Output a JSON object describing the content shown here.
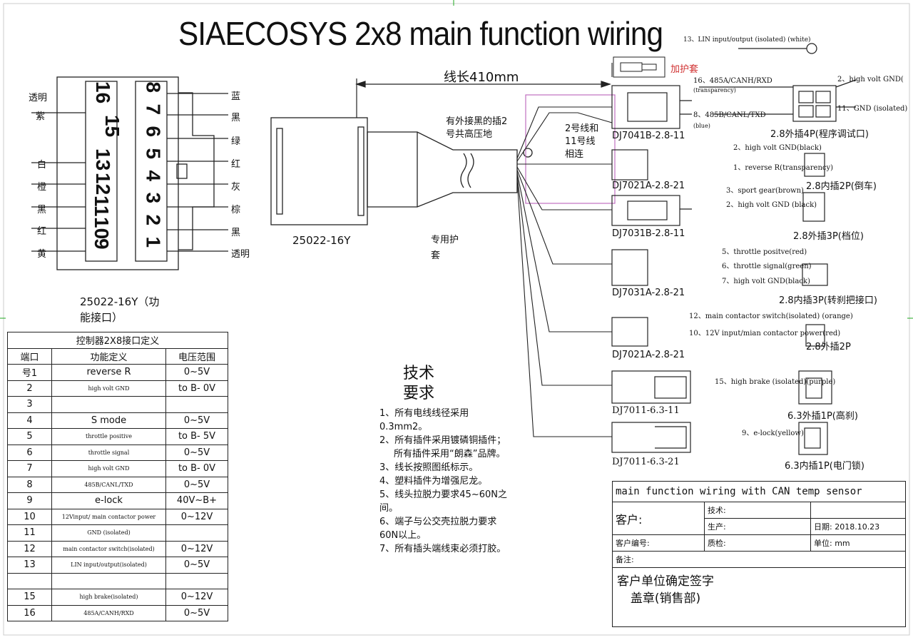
{
  "title": "SIAECOSYS 2x8 main function  wiring",
  "wire_length": "线长410mm",
  "protect_sleeve": "加护套",
  "connector_main": "25022-16Y",
  "connector_main_func": "25022-16Y（功能接口）",
  "special_sleeve": "专用护套",
  "black_note": "有外接黑的插2号共高压地",
  "wire_note": "2号线和11号线相连",
  "left_pin_colors": [
    "透明",
    "紫",
    "白",
    "橙",
    "黑",
    "红",
    "黄"
  ],
  "right_pin_colors": [
    "蓝",
    "黑",
    "绿",
    "红",
    "灰",
    "棕",
    "黑",
    "透明"
  ],
  "left_pins": [
    "16",
    "15",
    "13",
    "12",
    "11",
    "10",
    "9"
  ],
  "right_pins": [
    "8",
    "7",
    "6",
    "5",
    "4",
    "3",
    "2",
    "1"
  ],
  "connectors": [
    {
      "name": "DJ7041B-2.8-11",
      "label": "2.8外插4P(程序调试口)"
    },
    {
      "name": "DJ7021A-2.8-21",
      "label": "2.8内插2P(倒车)"
    },
    {
      "name": "DJ7031B-2.8-11",
      "label": "2.8外插3P(档位)"
    },
    {
      "name": "DJ7031A-2.8-21",
      "label": "2.8内插3P(转刹把接口)"
    },
    {
      "name": "DJ7021A-2.8-21",
      "label": "2.8外插2P"
    },
    {
      "name": "DJ7011-6.3-11",
      "label": "6.3外插1P(高刹)"
    },
    {
      "name": "DJ7011-6.3-21",
      "label": "6.3内插1P(电门锁)"
    }
  ],
  "pin_notes": {
    "p13": "13、LIN input/output (isolated) (white)",
    "p16": "16、485A/CANH/RXD",
    "p16b": "(transparency)",
    "p8": "8、485B/CANL/TXD",
    "p8b": "(blue)",
    "p2a": "2、high volt GND(",
    "p11": "11、GND (isolated)",
    "p2b": "2、high volt GND(black)",
    "p1": "1、reverse R(transparency)",
    "p3": "3、sport gear(brown)",
    "p2c": "2、high volt GND (black)",
    "p5": "5、throttle positve(red)",
    "p6": "6、throttle signal(green)",
    "p7": "7、high volt GND(black)",
    "p12": "12、main contactor switch(isolated) (orange)",
    "p10": "10、12V input/mian contactor power(red)",
    "p15": "15、high brake (isolated)(purple)",
    "p9": "9、e-lock(yellow)"
  },
  "spec_table": {
    "caption": "控制器2X8接口定义",
    "headers": [
      "端口",
      "功能定义",
      "电压范围"
    ],
    "rows": [
      [
        "号1",
        "reverse R",
        "0~5V"
      ],
      [
        "2",
        "high volt GND",
        "to B- 0V"
      ],
      [
        "3",
        "",
        ""
      ],
      [
        "4",
        "S mode",
        "0~5V"
      ],
      [
        "5",
        "throttle positive",
        "to B- 5V"
      ],
      [
        "6",
        "throttle signal",
        "0~5V"
      ],
      [
        "7",
        "high volt GND",
        "to B- 0V"
      ],
      [
        "8",
        "485B/CANL/TXD",
        "0~5V"
      ],
      [
        "9",
        "e-lock",
        "40V~B+"
      ],
      [
        "10",
        "12Vinput/ main contactor power",
        "0~12V"
      ],
      [
        "11",
        "GND (isolated)",
        ""
      ],
      [
        "12",
        "main contactor switch(isolated)",
        "0~12V"
      ],
      [
        "13",
        "LIN input/output(isolated)",
        "0~5V"
      ],
      [
        "",
        "",
        ""
      ],
      [
        "15",
        "high brake(isolated)",
        "0~12V"
      ],
      [
        "16",
        "485A/CANH/RXD",
        "0~5V"
      ]
    ]
  },
  "tech": {
    "heading": "技术要求",
    "items": [
      "1、所有电线线径采用0.3mm2。",
      "2、所有插件采用镀磷铜插件；",
      "所有插件采用“朗森”品牌。",
      "3、线长按照图纸标示。",
      "4、塑料插件为增强尼龙。",
      "5、线头拉脱力要求45~60N之间。",
      "6、端子与公交壳拉脱力要求60N以上。",
      "7、所有插头端线束必须打胶。"
    ]
  },
  "title_block": {
    "title": "main function wiring with CAN temp sensor",
    "customer": "客户:",
    "tech": "技术:",
    "prod": "生产:",
    "date": "日期: 2018.10.23",
    "cust_no": "客户编号:",
    "qc": "质检:",
    "unit": "单位: mm",
    "remark": "备注:",
    "confirm": "客户单位确定签字盖章(销售部)"
  },
  "colors": {
    "line": "#222222",
    "magenta": "#c070c0",
    "red": "#d03030"
  }
}
